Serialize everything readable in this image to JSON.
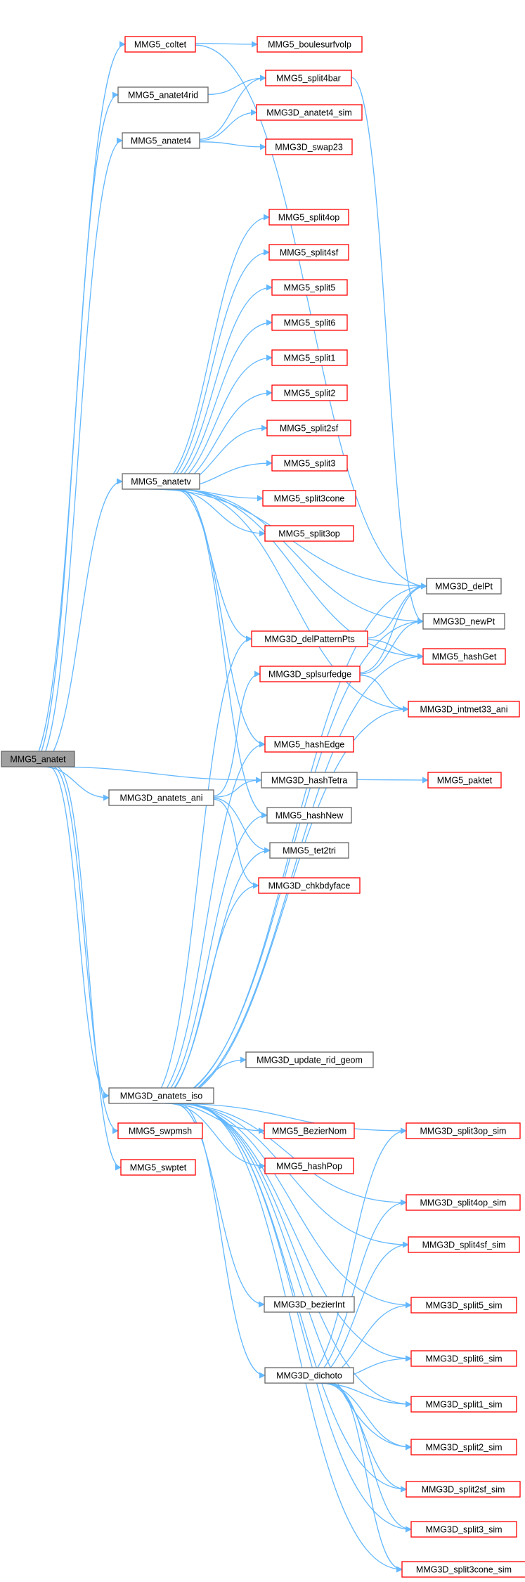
{
  "graph": {
    "root": "MMG5_anatet",
    "colors": {
      "edge": "#63b8ff",
      "border_truncated": "#ff0000",
      "border_normal": "#666666",
      "root_fill": "#a0a0a0"
    },
    "nodes": [
      {
        "id": "anatet",
        "label": "MMG5_anatet",
        "style": "root"
      },
      {
        "id": "coltet",
        "label": "MMG5_coltet",
        "style": "truncated"
      },
      {
        "id": "boulesurfvolp",
        "label": "MMG5_boulesurfvolp",
        "style": "truncated"
      },
      {
        "id": "anatet4rid",
        "label": "MMG5_anatet4rid",
        "style": "normal"
      },
      {
        "id": "split4bar",
        "label": "MMG5_split4bar",
        "style": "truncated"
      },
      {
        "id": "anatet4",
        "label": "MMG5_anatet4",
        "style": "normal"
      },
      {
        "id": "anatet4_sim",
        "label": "MMG3D_anatet4_sim",
        "style": "truncated"
      },
      {
        "id": "swap23",
        "label": "MMG3D_swap23",
        "style": "truncated"
      },
      {
        "id": "split4op",
        "label": "MMG5_split4op",
        "style": "truncated"
      },
      {
        "id": "split4sf",
        "label": "MMG5_split4sf",
        "style": "truncated"
      },
      {
        "id": "split5",
        "label": "MMG5_split5",
        "style": "truncated"
      },
      {
        "id": "split6",
        "label": "MMG5_split6",
        "style": "truncated"
      },
      {
        "id": "split1",
        "label": "MMG5_split1",
        "style": "truncated"
      },
      {
        "id": "split2",
        "label": "MMG5_split2",
        "style": "truncated"
      },
      {
        "id": "split2sf",
        "label": "MMG5_split2sf",
        "style": "truncated"
      },
      {
        "id": "split3",
        "label": "MMG5_split3",
        "style": "truncated"
      },
      {
        "id": "anatetv",
        "label": "MMG5_anatetv",
        "style": "normal"
      },
      {
        "id": "split3cone",
        "label": "MMG5_split3cone",
        "style": "truncated"
      },
      {
        "id": "split3op",
        "label": "MMG5_split3op",
        "style": "truncated"
      },
      {
        "id": "delPt",
        "label": "MMG3D_delPt",
        "style": "normal"
      },
      {
        "id": "newPt",
        "label": "MMG3D_newPt",
        "style": "normal"
      },
      {
        "id": "delPatternPts",
        "label": "MMG3D_delPatternPts",
        "style": "truncated"
      },
      {
        "id": "hashGet",
        "label": "MMG5_hashGet",
        "style": "truncated"
      },
      {
        "id": "splsurfedge",
        "label": "MMG3D_splsurfedge",
        "style": "truncated"
      },
      {
        "id": "intmet33_ani",
        "label": "MMG3D_intmet33_ani",
        "style": "truncated"
      },
      {
        "id": "hashEdge",
        "label": "MMG5_hashEdge",
        "style": "truncated"
      },
      {
        "id": "hashTetra",
        "label": "MMG3D_hashTetra",
        "style": "normal"
      },
      {
        "id": "paktet",
        "label": "MMG5_paktet",
        "style": "truncated"
      },
      {
        "id": "anatets_ani",
        "label": "MMG3D_anatets_ani",
        "style": "normal"
      },
      {
        "id": "hashNew",
        "label": "MMG5_hashNew",
        "style": "normal"
      },
      {
        "id": "tet2tri",
        "label": "MMG5_tet2tri",
        "style": "normal"
      },
      {
        "id": "chkbdyface",
        "label": "MMG3D_chkbdyface",
        "style": "truncated"
      },
      {
        "id": "update_rid_geom",
        "label": "MMG3D_update_rid_geom",
        "style": "normal"
      },
      {
        "id": "anatets_iso",
        "label": "MMG3D_anatets_iso",
        "style": "normal"
      },
      {
        "id": "split3op_sim",
        "label": "MMG3D_split3op_sim",
        "style": "truncated"
      },
      {
        "id": "swpmsh",
        "label": "MMG5_swpmsh",
        "style": "truncated"
      },
      {
        "id": "BezierNom",
        "label": "MMG5_BezierNom",
        "style": "truncated"
      },
      {
        "id": "swptet",
        "label": "MMG5_swptet",
        "style": "truncated"
      },
      {
        "id": "hashPop",
        "label": "MMG5_hashPop",
        "style": "truncated"
      },
      {
        "id": "split4op_sim",
        "label": "MMG3D_split4op_sim",
        "style": "truncated"
      },
      {
        "id": "split4sf_sim",
        "label": "MMG3D_split4sf_sim",
        "style": "truncated"
      },
      {
        "id": "bezierInt",
        "label": "MMG3D_bezierInt",
        "style": "normal"
      },
      {
        "id": "split5_sim",
        "label": "MMG3D_split5_sim",
        "style": "truncated"
      },
      {
        "id": "split6_sim",
        "label": "MMG3D_split6_sim",
        "style": "truncated"
      },
      {
        "id": "dichoto",
        "label": "MMG3D_dichoto",
        "style": "normal"
      },
      {
        "id": "split1_sim",
        "label": "MMG3D_split1_sim",
        "style": "truncated"
      },
      {
        "id": "split2_sim",
        "label": "MMG3D_split2_sim",
        "style": "truncated"
      },
      {
        "id": "split2sf_sim",
        "label": "MMG3D_split2sf_sim",
        "style": "truncated"
      },
      {
        "id": "split3_sim",
        "label": "MMG3D_split3_sim",
        "style": "truncated"
      },
      {
        "id": "split3cone_sim",
        "label": "MMG3D_split3cone_sim",
        "style": "truncated"
      }
    ],
    "edges": [
      [
        "anatet",
        "coltet"
      ],
      [
        "anatet",
        "anatet4rid"
      ],
      [
        "anatet",
        "anatet4"
      ],
      [
        "anatet",
        "anatetv"
      ],
      [
        "anatet",
        "anatets_ani"
      ],
      [
        "anatet",
        "hashTetra"
      ],
      [
        "anatet",
        "anatets_iso"
      ],
      [
        "anatet",
        "swpmsh"
      ],
      [
        "anatet",
        "swptet"
      ],
      [
        "coltet",
        "boulesurfvolp"
      ],
      [
        "coltet",
        "delPt"
      ],
      [
        "anatet4rid",
        "split4bar"
      ],
      [
        "anatet4",
        "split4bar"
      ],
      [
        "anatet4",
        "anatet4_sim"
      ],
      [
        "anatet4",
        "swap23"
      ],
      [
        "split4bar",
        "newPt"
      ],
      [
        "anatetv",
        "delPt"
      ],
      [
        "anatetv",
        "split4op"
      ],
      [
        "anatetv",
        "split4sf"
      ],
      [
        "anatetv",
        "split5"
      ],
      [
        "anatetv",
        "split6"
      ],
      [
        "anatetv",
        "split1"
      ],
      [
        "anatetv",
        "split2"
      ],
      [
        "anatetv",
        "split2sf"
      ],
      [
        "anatetv",
        "split3"
      ],
      [
        "anatetv",
        "split3cone"
      ],
      [
        "anatetv",
        "split3op"
      ],
      [
        "anatetv",
        "newPt"
      ],
      [
        "anatetv",
        "hashGet"
      ],
      [
        "anatetv",
        "delPatternPts"
      ],
      [
        "anatetv",
        "intmet33_ani"
      ],
      [
        "anatetv",
        "hashEdge"
      ],
      [
        "anatetv",
        "hashNew"
      ],
      [
        "delPatternPts",
        "delPt"
      ],
      [
        "delPatternPts",
        "hashGet"
      ],
      [
        "splsurfedge",
        "delPt"
      ],
      [
        "splsurfedge",
        "newPt"
      ],
      [
        "splsurfedge",
        "intmet33_ani"
      ],
      [
        "hashTetra",
        "paktet"
      ],
      [
        "anatets_ani",
        "splsurfedge"
      ],
      [
        "anatets_ani",
        "hashTetra"
      ],
      [
        "anatets_ani",
        "tet2tri"
      ],
      [
        "anatets_ani",
        "chkbdyface"
      ],
      [
        "anatets_iso",
        "delPatternPts"
      ],
      [
        "anatets_iso",
        "hashEdge"
      ],
      [
        "anatets_iso",
        "hashNew"
      ],
      [
        "anatets_iso",
        "tet2tri"
      ],
      [
        "anatets_iso",
        "chkbdyface"
      ],
      [
        "anatets_iso",
        "newPt"
      ],
      [
        "anatets_iso",
        "delPt"
      ],
      [
        "anatets_iso",
        "hashGet"
      ],
      [
        "anatets_iso",
        "intmet33_ani"
      ],
      [
        "anatets_iso",
        "update_rid_geom"
      ],
      [
        "anatets_iso",
        "BezierNom"
      ],
      [
        "anatets_iso",
        "hashPop"
      ],
      [
        "anatets_iso",
        "split3op_sim"
      ],
      [
        "anatets_iso",
        "split4op_sim"
      ],
      [
        "anatets_iso",
        "split4sf_sim"
      ],
      [
        "anatets_iso",
        "bezierInt"
      ],
      [
        "anatets_iso",
        "split5_sim"
      ],
      [
        "anatets_iso",
        "split6_sim"
      ],
      [
        "anatets_iso",
        "dichoto"
      ],
      [
        "anatets_iso",
        "split1_sim"
      ],
      [
        "anatets_iso",
        "split2_sim"
      ],
      [
        "anatets_iso",
        "split2sf_sim"
      ],
      [
        "anatets_iso",
        "split3_sim"
      ],
      [
        "anatets_iso",
        "split3cone_sim"
      ],
      [
        "dichoto",
        "split3op_sim"
      ],
      [
        "dichoto",
        "split4op_sim"
      ],
      [
        "dichoto",
        "split4sf_sim"
      ],
      [
        "dichoto",
        "split5_sim"
      ],
      [
        "dichoto",
        "split6_sim"
      ],
      [
        "dichoto",
        "split1_sim"
      ],
      [
        "dichoto",
        "split2_sim"
      ],
      [
        "dichoto",
        "split2sf_sim"
      ],
      [
        "dichoto",
        "split3_sim"
      ],
      [
        "dichoto",
        "split3cone_sim"
      ]
    ]
  }
}
